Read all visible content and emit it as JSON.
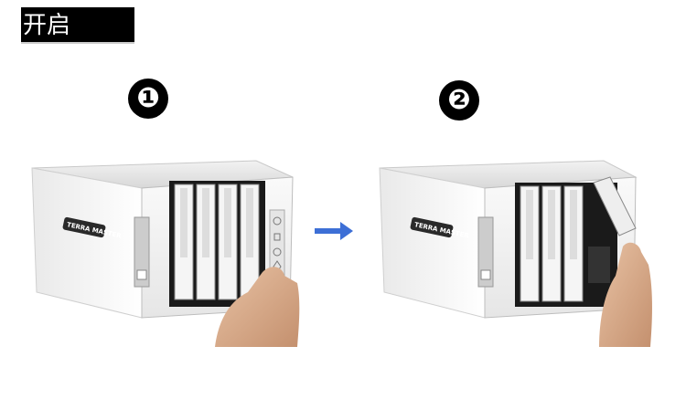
{
  "header": {
    "title": "开启"
  },
  "steps": [
    {
      "number": "❶"
    },
    {
      "number": "❷"
    }
  ],
  "device": {
    "brand_logo": "TERRA MASTER"
  },
  "colors": {
    "arrow": "#3d6fd6",
    "accent_label": "#000000"
  }
}
